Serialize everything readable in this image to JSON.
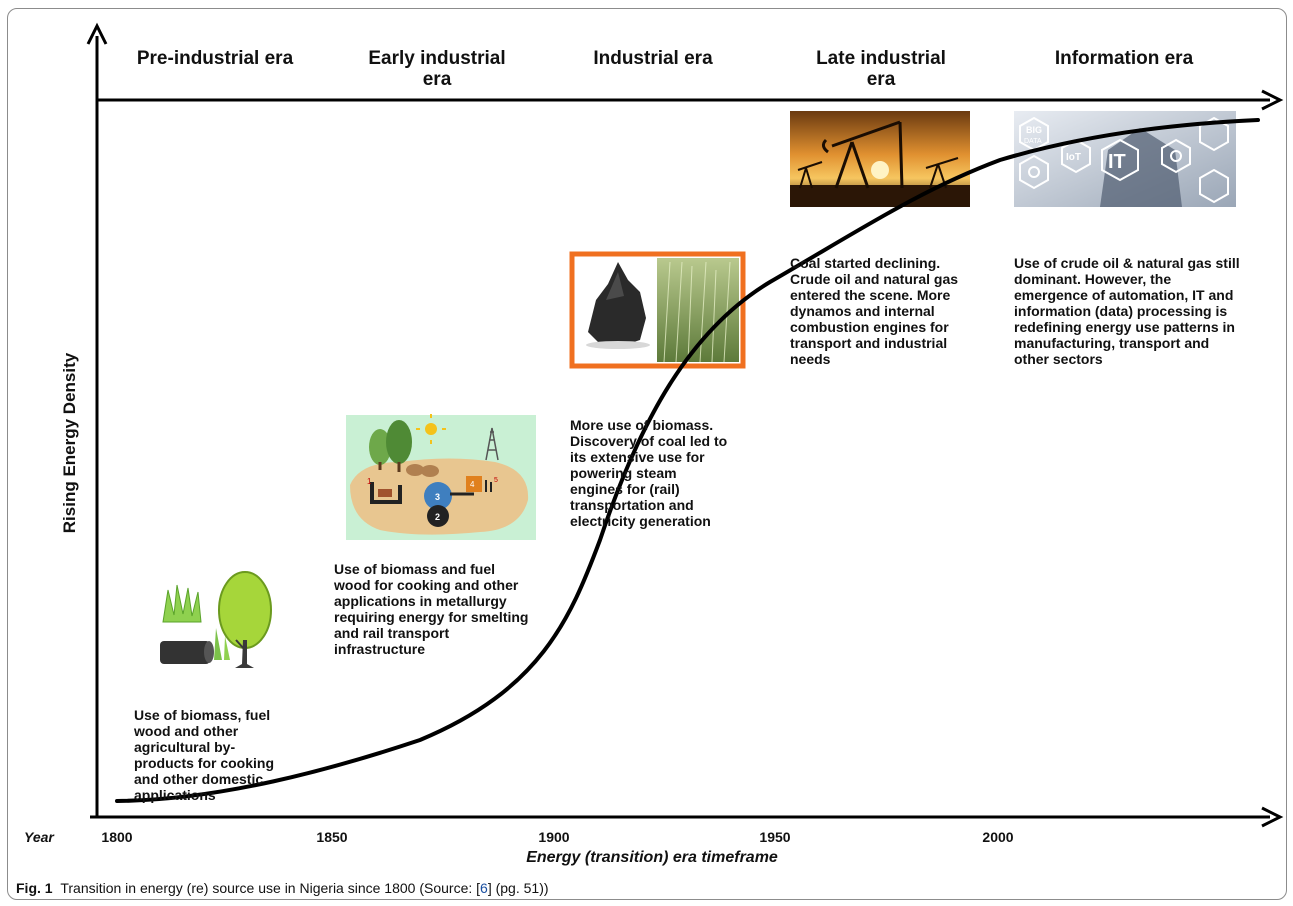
{
  "eras": [
    {
      "title": "Pre-industrial era"
    },
    {
      "title": "Early industrial era"
    },
    {
      "title": "Industrial era"
    },
    {
      "title": "Late industrial era"
    },
    {
      "title": "Information era"
    }
  ],
  "descriptions": [
    "Use of biomass, fuel wood and other agricultural by-products for cooking and other domestic applications",
    "Use of biomass and fuel wood for cooking and other applications in metallurgy requiring energy for smelting and rail transport infrastructure",
    "More use of biomass. Discovery of coal led to its extensive use for powering steam engines for (rail) transportation and electricity generation",
    "Coal started declining. Crude oil and natural gas entered the scene. More dynamos and internal combustion engines for transport and industrial needs",
    "Use of crude oil & natural gas still dominant. However, the emergence of automation, IT and information (data) processing is redefining energy use patterns in manufacturing, transport and other sectors"
  ],
  "axis": {
    "year_label": "Year",
    "years": [
      "1800",
      "1850",
      "1900",
      "1950",
      "2000"
    ],
    "x_title": "Energy (transition) era timeframe",
    "y_title": "Rising Energy Density"
  },
  "illustrations": {
    "biogas_digits": [
      "1",
      "2",
      "3",
      "4",
      "5"
    ],
    "it_labels": [
      "BIG",
      "DATA",
      "IoT",
      "IT"
    ]
  },
  "caption": {
    "fig": "Fig. 1",
    "text_before": "Transition in energy (re) source use in Nigeria since 1800 (Source: [",
    "ref": "6",
    "text_after": "] (pg. 51))"
  },
  "colors": {
    "coal_frame": "#f07020",
    "curve": "#000000",
    "biogas_bg": "#c9f0d4"
  }
}
